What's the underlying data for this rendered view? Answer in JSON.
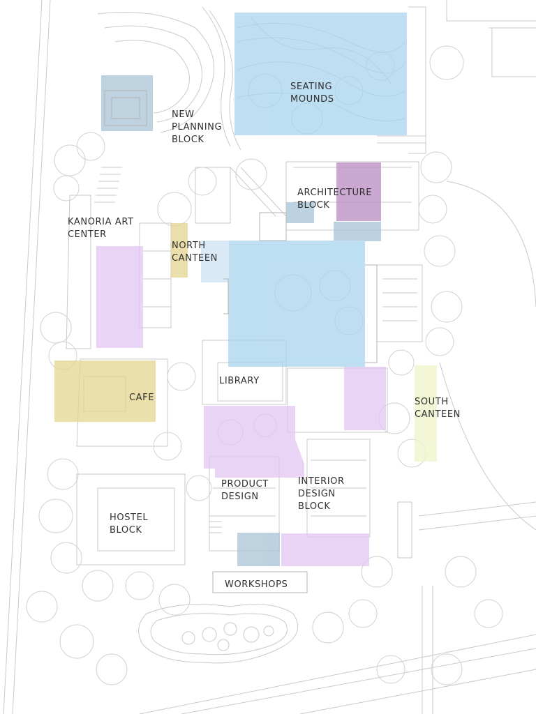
{
  "map": {
    "zone_colors": {
      "blue": "#a9d3ee",
      "purple": "#e2c6f2",
      "dark_purple": "#b98bc4",
      "yellow": "#e4d48e",
      "lime": "#eef4c8",
      "steel": "#a8c3d6"
    },
    "labels": {
      "seating_mounds": [
        "SEATING",
        "MOUNDS"
      ],
      "new_planning_block": [
        "NEW",
        "PLANNING",
        "BLOCK"
      ],
      "architecture_block": [
        "ARCHITECTURE",
        "BLOCK"
      ],
      "kanoria_art_center": [
        "KANORIA ART",
        "CENTER"
      ],
      "north_canteen": [
        "NORTH",
        "CANTEEN"
      ],
      "library": [
        "LIBRARY"
      ],
      "cafe": [
        "CAFE"
      ],
      "south_canteen": [
        "SOUTH",
        "CANTEEN"
      ],
      "product_design": [
        "PRODUCT",
        "DESIGN"
      ],
      "interior_design_block": [
        "INTERIOR",
        "DESIGN",
        "BLOCK"
      ],
      "hostel_block": [
        "HOSTEL",
        "BLOCK"
      ],
      "workshops": [
        "WORKSHOPS"
      ]
    }
  }
}
